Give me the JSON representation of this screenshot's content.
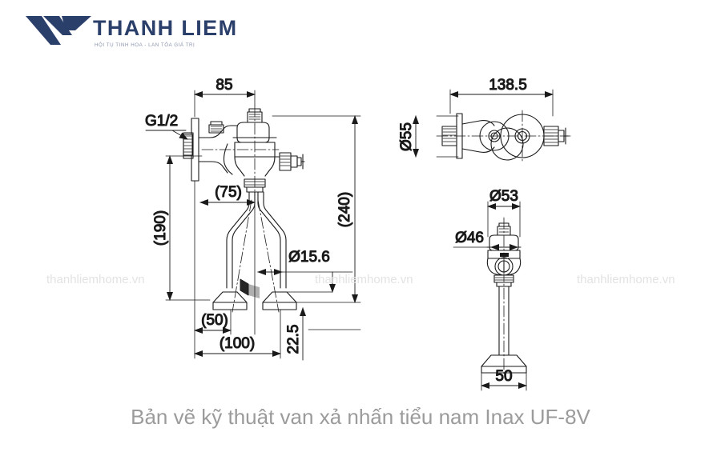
{
  "logo": {
    "name": "THANH LIEM",
    "tagline": "HỘI TỤ TINH HOA - LAN TỎA GIÁ TRỊ",
    "mark_color": "#2b3f6b",
    "text_color": "#2b3f6b",
    "tagline_color": "#8a95ae"
  },
  "caption": {
    "text": "Bản vẽ kỹ thuật van xả nhấn tiểu nam Inax UF-8V",
    "color": "#9b9b9b"
  },
  "watermark": {
    "text": "thanhliemhome.vn",
    "color": "#e3e3e3",
    "count": 3
  },
  "drawing": {
    "title": "Inax UF-8V urinal flush valve technical drawing",
    "line_color": "#1a1a1a",
    "views": [
      {
        "name": "front-elevation",
        "position": "left",
        "labels": [
          {
            "id": "thread-callout",
            "text": "G1/2",
            "kind": "leader"
          },
          {
            "id": "dim-85",
            "text": "85",
            "kind": "horizontal",
            "unit": "mm"
          },
          {
            "id": "dim-75",
            "text": "(75)",
            "kind": "horizontal",
            "unit": "mm"
          },
          {
            "id": "dim-190",
            "text": "(190)",
            "kind": "vertical",
            "unit": "mm"
          },
          {
            "id": "dim-240",
            "text": "(240)",
            "kind": "vertical",
            "unit": "mm"
          },
          {
            "id": "dim-d156",
            "text": "Ø15.6",
            "kind": "diameter",
            "unit": "mm"
          },
          {
            "id": "dim-50",
            "text": "(50)",
            "kind": "horizontal",
            "unit": "mm"
          },
          {
            "id": "dim-100",
            "text": "(100)",
            "kind": "horizontal",
            "unit": "mm"
          },
          {
            "id": "dim-225",
            "text": "22.5",
            "kind": "vertical",
            "unit": "mm"
          }
        ]
      },
      {
        "name": "top-plan",
        "position": "top-right",
        "labels": [
          {
            "id": "dim-1385",
            "text": "138.5",
            "kind": "horizontal",
            "unit": "mm"
          },
          {
            "id": "dim-d55",
            "text": "Ø55",
            "kind": "vertical",
            "unit": "mm"
          }
        ]
      },
      {
        "name": "side-elevation",
        "position": "bottom-right",
        "labels": [
          {
            "id": "dim-d53",
            "text": "Ø53",
            "kind": "horizontal",
            "unit": "mm"
          },
          {
            "id": "dim-d46",
            "text": "Ø46",
            "kind": "leader",
            "unit": "mm"
          },
          {
            "id": "dim-50b",
            "text": "50",
            "kind": "horizontal",
            "unit": "mm"
          }
        ]
      }
    ]
  }
}
